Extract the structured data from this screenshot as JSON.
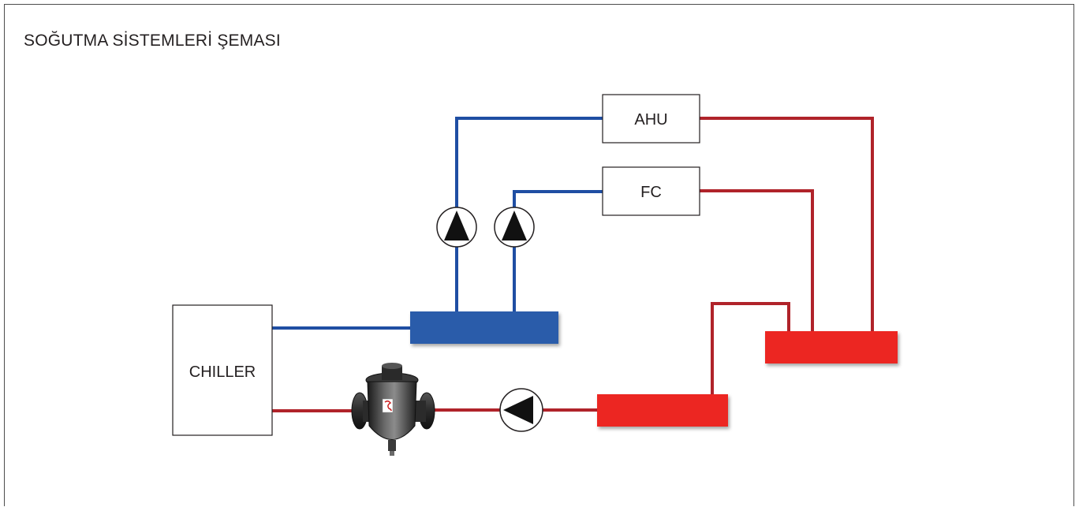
{
  "diagram": {
    "title": "SOĞUTMA SİSTEMLERİ ŞEMASI",
    "nodes": {
      "chiller": "CHILLER",
      "ahu": "AHU",
      "fc": "FC"
    },
    "colors": {
      "supply_line": "#1f4ea3",
      "return_line": "#b0232a",
      "supply_header": "#2a5caa",
      "return_header": "#ec2623",
      "box_border": "#231f20"
    },
    "icons": {
      "pump": "pump-icon",
      "strainer": "strainer-icon"
    }
  }
}
